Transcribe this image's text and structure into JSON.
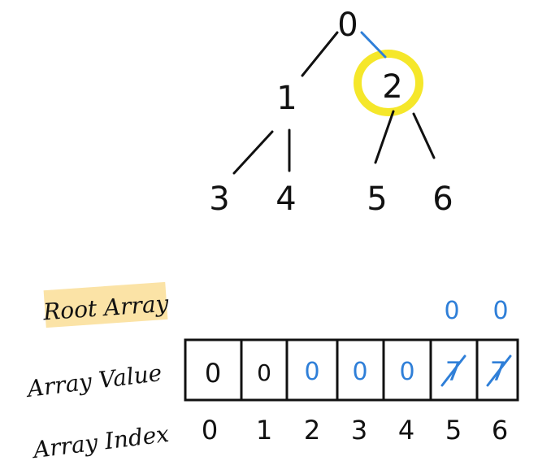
{
  "tree": {
    "nodes": [
      {
        "id": "node-0",
        "label": "0"
      },
      {
        "id": "node-1",
        "label": "1"
      },
      {
        "id": "node-2",
        "label": "2"
      },
      {
        "id": "node-3",
        "label": "3"
      },
      {
        "id": "node-4",
        "label": "4"
      },
      {
        "id": "node-5",
        "label": "5"
      },
      {
        "id": "node-6",
        "label": "6"
      }
    ],
    "edges": [
      {
        "from": "0",
        "to": "1"
      },
      {
        "from": "0",
        "to": "2",
        "color": "#2f7fd8"
      },
      {
        "from": "1",
        "to": "3"
      },
      {
        "from": "1",
        "to": "4"
      },
      {
        "from": "2",
        "to": "5"
      },
      {
        "from": "2",
        "to": "6"
      }
    ],
    "highlighted_node": "2",
    "highlight_color": "#f5e72a"
  },
  "labels": {
    "root_array": "Root Array",
    "array_value": "Array Value",
    "array_index": "Array Index"
  },
  "root_array_highlight_color": "#fbe3a6",
  "array": {
    "values": [
      "0",
      "0",
      "0",
      "0",
      "0",
      "7",
      "7"
    ],
    "value_colors": [
      "#111111",
      "#111111",
      "#2f7fd8",
      "#2f7fd8",
      "#2f7fd8",
      "#2f7fd8",
      "#2f7fd8"
    ],
    "crossed_out": [
      false,
      false,
      false,
      false,
      false,
      true,
      true
    ],
    "replacement_values": [
      "",
      "",
      "",
      "",
      "",
      "0",
      "0"
    ],
    "indices": [
      "0",
      "1",
      "2",
      "3",
      "4",
      "5",
      "6"
    ]
  },
  "colors": {
    "ink": "#111111",
    "blue": "#2f7fd8"
  }
}
